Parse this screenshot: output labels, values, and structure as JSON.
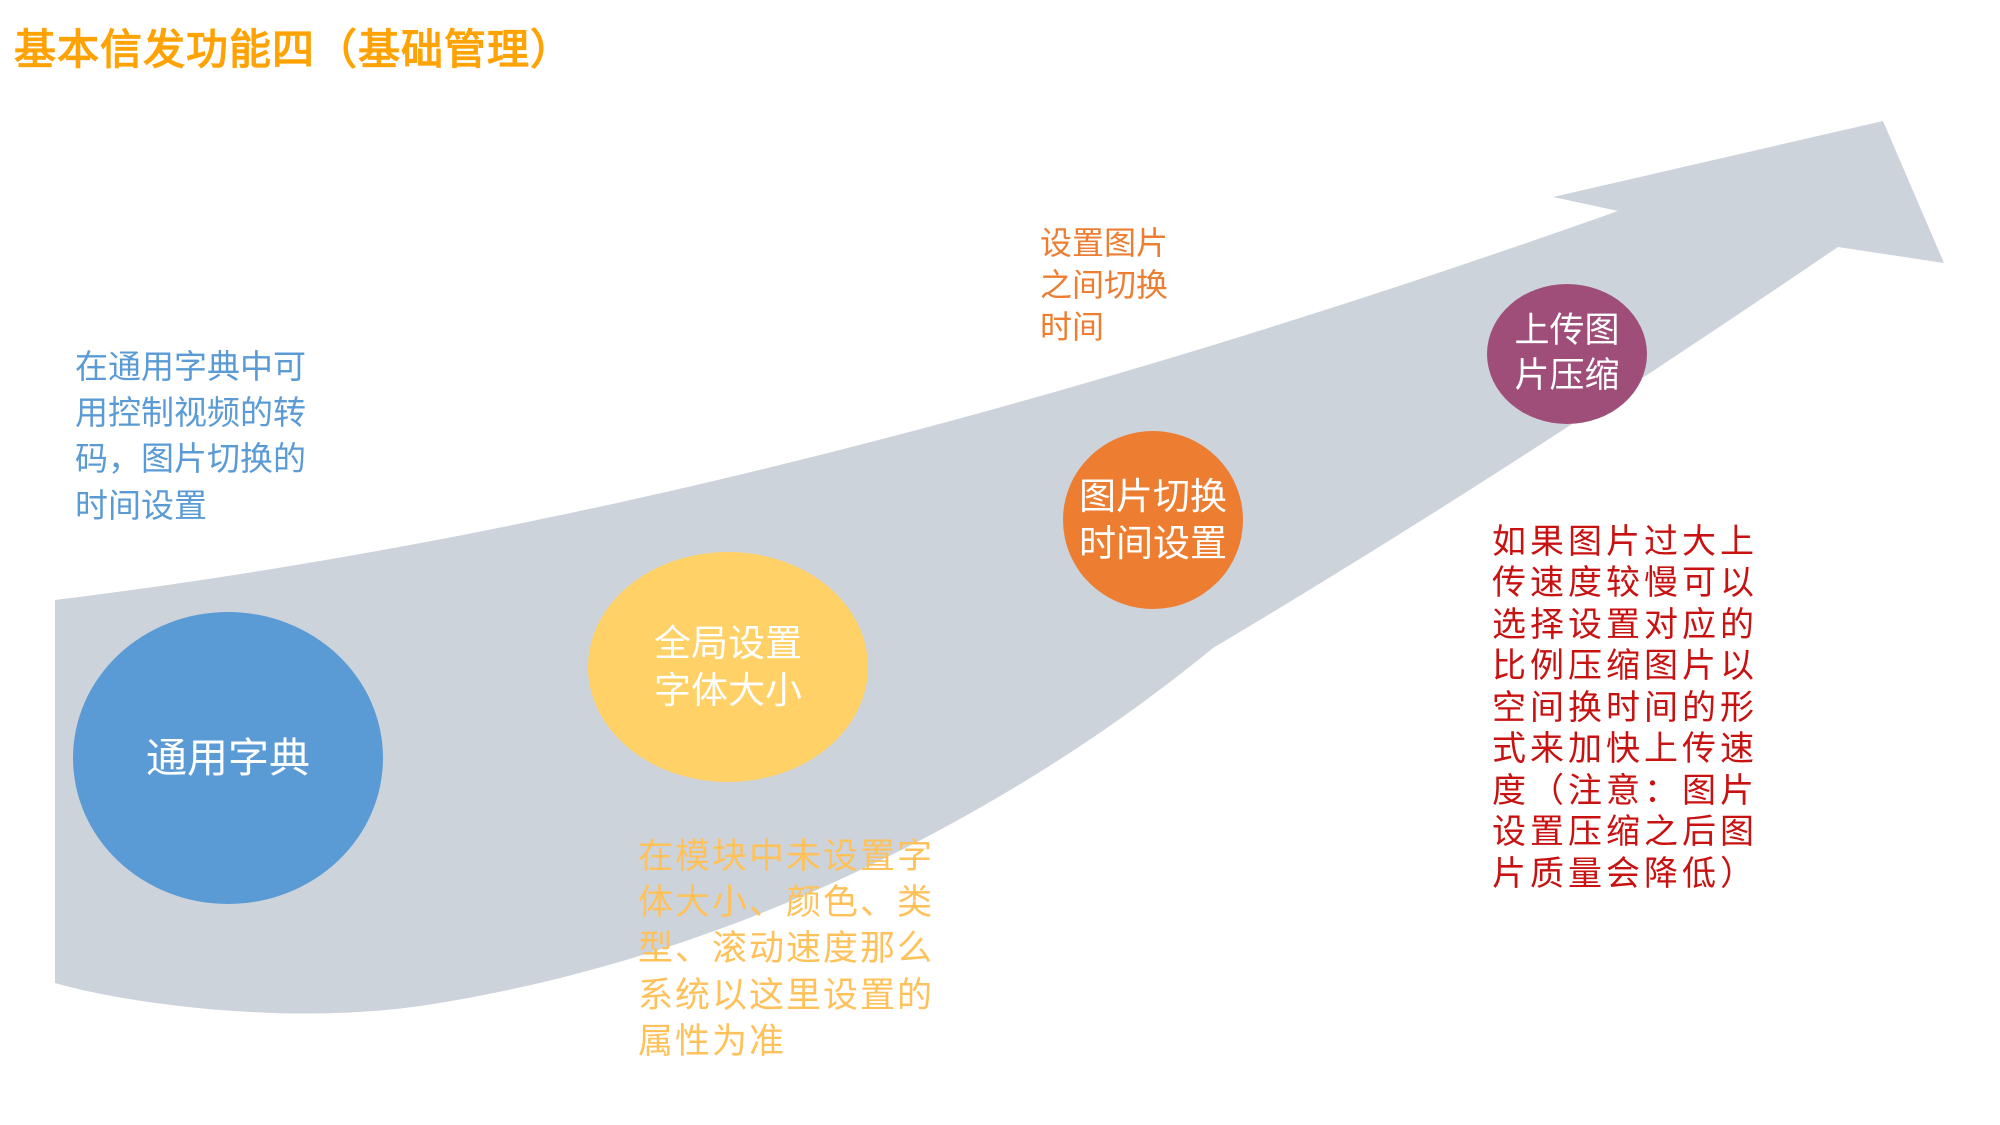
{
  "slide": {
    "title": "基本信发功能四（基础管理）",
    "title_color": "#FFA204",
    "background_color": "#FFFFFF"
  },
  "arrow": {
    "name": "upward-swoosh-arrow",
    "color": "#CDD3DB",
    "direction": "lower-left to upper-right"
  },
  "steps": [
    {
      "id": "common-dictionary",
      "label": "通用字典",
      "color": "#5B9BD5"
    },
    {
      "id": "global-font-size",
      "label": "全局设置\n字体大小",
      "color": "#FFD166"
    },
    {
      "id": "switch-time",
      "label": "图片切换\n时间设置",
      "color": "#ED7D31"
    },
    {
      "id": "upload-compress",
      "label": "上传图\n片压缩",
      "color": "#9E4E79"
    }
  ],
  "notes": [
    {
      "id": "dictionary-note",
      "color": "#5B9BD5",
      "text": "在通用字典中可\n用控制视频的转\n码，图片切换的\n时间设置"
    },
    {
      "id": "switch-time-note",
      "color": "#ED7D31",
      "text": "设置图片\n之间切换\n时间"
    },
    {
      "id": "global-font-note",
      "color": "#FFC159",
      "text": "在模块中未设置字\n体大小、颜色、类\n型、滚动速度那么\n系统以这里设置的\n属性为准"
    },
    {
      "id": "compress-note",
      "color": "#C81212",
      "text": "如果图片过大上\n传速度较慢可以\n选择设置对应的\n比例压缩图片以\n空间换时间的形\n式来加快上传速\n度（注意：图片\n设置压缩之后图\n片质量会降低）"
    }
  ]
}
